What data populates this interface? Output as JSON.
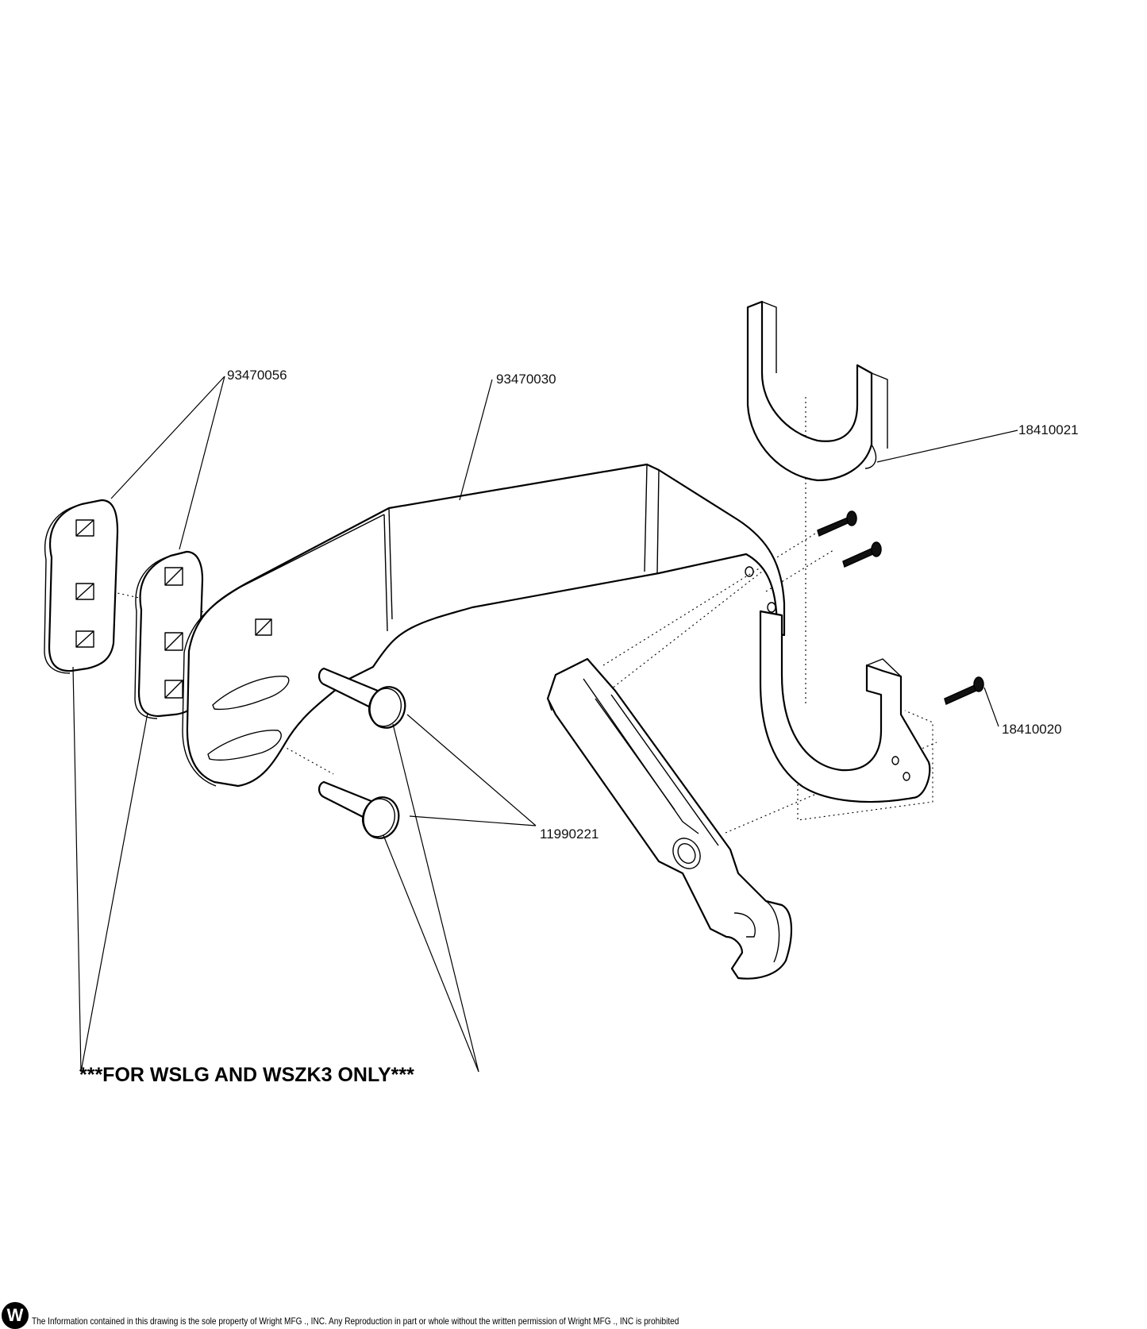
{
  "parts": {
    "wear_pad": "93470056",
    "bracket": "93470030",
    "handle_clip": "18410021",
    "screw_bolt": "18410020",
    "pin": "11990221"
  },
  "note": "***FOR WSLG AND WSZK3 ONLY***",
  "footer": {
    "logo_letter": "W",
    "text": "The Information contained in this drawing is the sole property of Wright MFG ., INC. Any Reproduction in part or whole without the written permission of Wright MFG ., INC is prohibited"
  }
}
